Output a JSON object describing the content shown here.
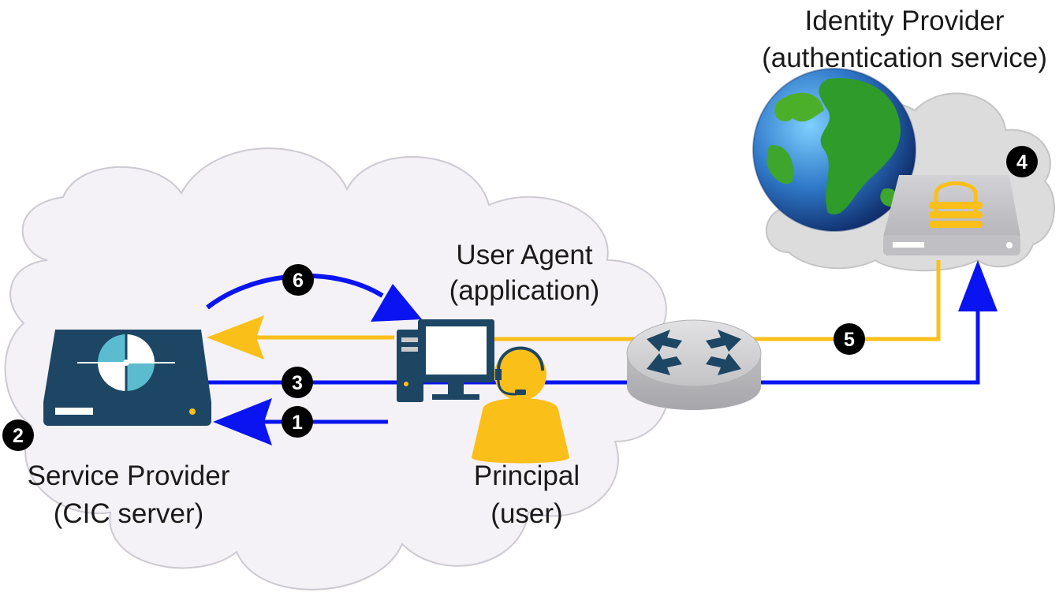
{
  "labels": {
    "identity_provider": {
      "line1": "Identity Provider",
      "line2": "(authentication service)"
    },
    "user_agent": {
      "line1": "User Agent",
      "line2": "(application)"
    },
    "service_provider": {
      "line1": "Service Provider",
      "line2": "(CIC server)"
    },
    "principal": {
      "line1": "Principal",
      "line2": "(user)"
    }
  },
  "steps": {
    "s1": "1",
    "s2": "2",
    "s3": "3",
    "s4": "4",
    "s5": "5",
    "s6": "6"
  },
  "colors": {
    "cloud_fill": "#f4f2f6",
    "cloud_right_fill": "#dcdcdc",
    "blue_arrow": "#0a14f0",
    "gold_arrow": "#fbbf1a",
    "server_navy": "#1d4664",
    "server_teal": "#5bbcd0",
    "router_gray": "#c9c9cc",
    "router_arrows": "#1d4664",
    "badge": "#000000"
  },
  "icons": {
    "service_provider_server": "server-icon",
    "computer": "desktop-computer-icon",
    "principal": "user-headset-icon",
    "router": "router-icon",
    "identity_server": "secure-server-icon",
    "globe": "globe-icon"
  }
}
